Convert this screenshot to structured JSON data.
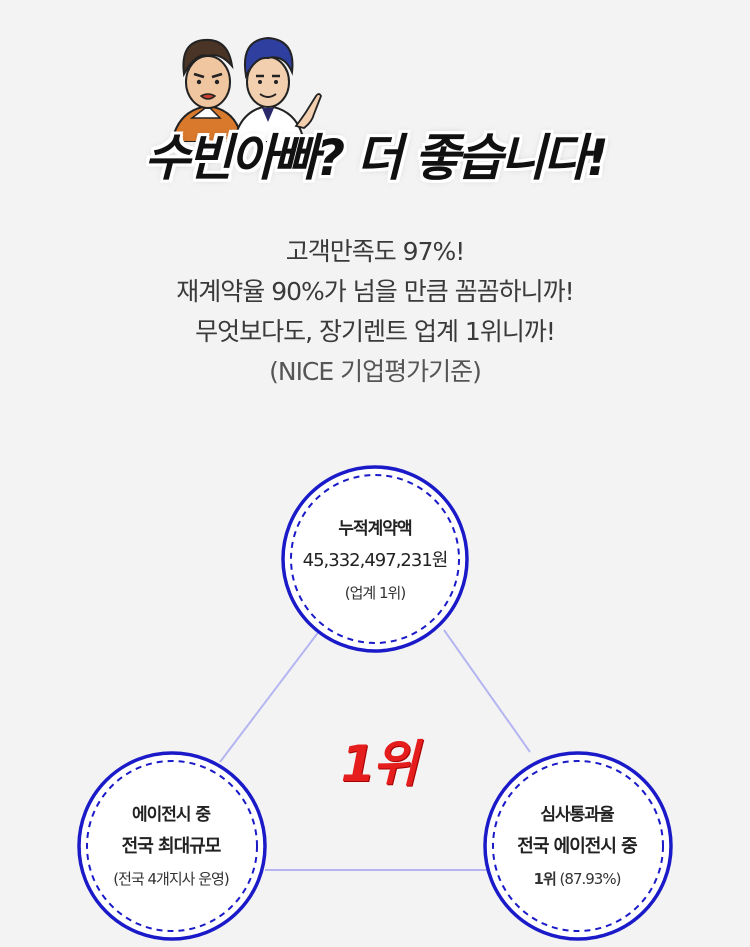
{
  "headline": "수빈아빠? 더 좋습니다!",
  "copy": {
    "line1": "고객만족도 97%!",
    "line2": "재계약율 90%가 넘을 만큼 꼼꼼하니까!",
    "line3": "무엇보다도, 장기렌트 업계 1위니까!",
    "note": "(NICE 기업평가기준)"
  },
  "center_rank": "1위",
  "circles": {
    "top": {
      "title": "누적계약액",
      "value": "45,332,497,231원",
      "sub": "(업계 1위)"
    },
    "left": {
      "title": "에이전시 중",
      "value": "전국 최대규모",
      "sub": "(전국 4개지사 운영)"
    },
    "right": {
      "title": "심사통과율",
      "value": "전국 에이전시 중",
      "sub_bold": "1위",
      "sub": " (87.93%)"
    }
  },
  "colors": {
    "circle_stroke": "#1a1ac8",
    "line": "#b5b5f2",
    "rank": "#e61d1d",
    "background": "#f3f3f3"
  },
  "icons": {
    "mascot": "two-cartoon-men-icon"
  }
}
